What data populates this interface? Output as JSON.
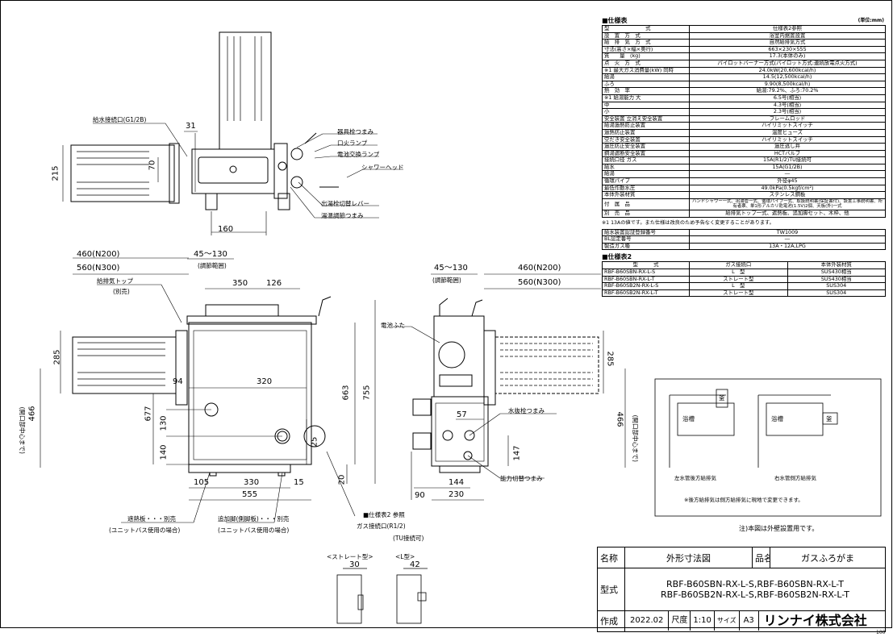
{
  "spec": {
    "header": "■仕様表",
    "unit": "(単位:mm)",
    "rows": [
      {
        "label": "型　　　　　　　式",
        "value": "仕様表2参照"
      },
      {
        "label": "設　置　方　式",
        "value": "浴室内据置設置"
      },
      {
        "label": "給　排　気　方　式",
        "value": "自然給排気方式"
      },
      {
        "label": "寸法(高さ×幅×奥行)",
        "value": "663×230×555"
      },
      {
        "label": "質　　量　(kg)",
        "value": "17.3(本体のみ)"
      },
      {
        "label": "点　火　方　式",
        "value": "パイロットバーナー方式(パイロット方式:連続放電点火方式)"
      },
      {
        "label": "※1 最大ガス消費量(kW) 同時",
        "value": "24.0kW(20,600kcal/h)"
      },
      {
        "label": "給湯",
        "value": "14.5(12,500kcal/h)"
      },
      {
        "label": "ふろ",
        "value": "9.90(8,500kcal/h)"
      },
      {
        "label": "熱　効　率",
        "value": "給湯:79.2%、ふろ:70.2%"
      },
      {
        "label": "※1 給湯能力 大",
        "value": "6.5号(相当)"
      },
      {
        "label": "中",
        "value": "4.3号(相当)"
      },
      {
        "label": "小",
        "value": "2.3号(相当)"
      },
      {
        "label": "安全装置 立消え安全装置",
        "value": "フレームロッド"
      },
      {
        "label": "給湯過熱防止装置",
        "value": "ハイリミットスイッチ"
      },
      {
        "label": "過熱防止装置",
        "value": "温度ヒューズ"
      },
      {
        "label": "空だき安全装置",
        "value": "ハイリミットスイッチ"
      },
      {
        "label": "過圧防止安全装置",
        "value": "過圧逃し弁"
      },
      {
        "label": "鋼湯遮断安全装置",
        "value": "HCTバルブ"
      },
      {
        "label": "接続口径 ガス",
        "value": "15A(R1/2)TU接続可"
      },
      {
        "label": "給水",
        "value": "15A(G1/2B)"
      },
      {
        "label": "給湯",
        "value": "―"
      },
      {
        "label": "循環パイプ",
        "value": "外径φ45"
      },
      {
        "label": "最低作動水圧",
        "value": "49.0kPa(0.5kgf/cm²)"
      },
      {
        "label": "本体外装材質",
        "value": "ステンレス鋼板"
      },
      {
        "label": "付　属　品",
        "value": "ハンドシャワー一式、出湯管一式、循環パイプ一式、取扱説明書(保証書付)、設置工事説明書、所有者票、単1形アルカリ乾電池(1.5V)2個、天板(外)一式"
      },
      {
        "label": "別　売　品",
        "value": "給排気トップ一式、遮熱板、追加脚セット、木枠、他"
      }
    ],
    "footnote": "※1 13Aの値です。また仕様は改良のため予告なく変更することがあります。",
    "cert": [
      {
        "label": "給水装置認証登録番号",
        "value": "TW1009"
      },
      {
        "label": "BL認定番号",
        "value": "―"
      },
      {
        "label": "製造ガス種",
        "value": "13A・12A,LPG"
      }
    ]
  },
  "spec2": {
    "header": "■仕様表2",
    "columns": [
      "型　　　式",
      "ガス接続口",
      "本体外装材質"
    ],
    "rows": [
      [
        "RBF-B60SBN-RX-L-S",
        "L　型",
        "SUS430相当"
      ],
      [
        "RBF-B60SBN-RX-L-T",
        "ストレート型",
        "SUS430相当"
      ],
      [
        "RBF-B60SB2N-RX-L-S",
        "L　型",
        "SUS304"
      ],
      [
        "RBF-B60SB2N-RX-L-T",
        "ストレート型",
        "SUS304"
      ]
    ]
  },
  "layout_diagrams": {
    "left_caption": "左水管後方給排気",
    "right_caption": "右水管側方給排気",
    "bath_label": "浴槽",
    "heater_label": "釜",
    "note": "※後方給排気は側方給排気に現地で変更できます。",
    "exterior_note": "注)本図は外壁設置用です。"
  },
  "top_view": {
    "labels": {
      "water_inlet": "給水接続口(G1/2B)",
      "tap_knob": "器具栓つまみ",
      "flame_lamp": "口火ランプ",
      "battery_lamp": "電池交換ランプ",
      "shower_head": "シャワーヘッド",
      "switch_lever": "出湯栓切替レバー",
      "temp_knob": "湯温調節つまみ"
    },
    "dims": {
      "d31": "31",
      "d70": "70",
      "d215": "215",
      "d160": "160"
    }
  },
  "front_view": {
    "labels": {
      "flue_top": "給排気トップ",
      "flue_top_sub": "(別売)",
      "adj_range": "(調節範囲)",
      "heat_shield": "遮熱板・・・別売",
      "heat_shield_sub": "(ユニットバス使用の場合)",
      "add_leg": "追加脚(側脚板)・・・別売",
      "add_leg_sub": "(ユニットバス使用の場合)",
      "spec_ref": "■仕様表2 参照",
      "gas_inlet": "ガス接続口(R1/2)",
      "gas_inlet_sub": "(TU接続可)",
      "center_note": "(開口部中心まで)"
    },
    "dims": {
      "d460": "460(N200)",
      "d560": "560(N300)",
      "d45_130": "45～130",
      "d350": "350",
      "d126": "126",
      "d285": "285",
      "d94": "94",
      "d320": "320",
      "d663": "663",
      "d755": "755",
      "d677": "677",
      "d466": "466",
      "d130": "130",
      "d140": "140",
      "d25": "25",
      "d105": "105",
      "d330": "330",
      "d15": "15",
      "d555": "555",
      "d20": "20"
    }
  },
  "side_view": {
    "labels": {
      "battery_cover": "電池ふた",
      "drain_knob": "水抜栓つまみ",
      "capacity_knob": "能力切替つまみ",
      "adj_range": "(調節範囲)",
      "center_note": "(開口部中心まで)"
    },
    "dims": {
      "d45_130": "45～130",
      "d460": "460(N200)",
      "d560": "560(N300)",
      "d285": "285",
      "d57": "57",
      "d147": "147",
      "d466": "466",
      "d90": "90",
      "d144": "144",
      "d230": "230"
    }
  },
  "gas_types": {
    "straight": "<ストレート型>",
    "l_type": "<L型>",
    "d30": "30",
    "d42": "42"
  },
  "title_block": {
    "name_label": "名称",
    "name_value": "外形寸法図",
    "product_label": "品名",
    "product_value": "ガスふろがま",
    "model_label": "型式",
    "model_line1": "RBF-B60SBN-RX-L-S,RBF-B60SBN-RX-L-T",
    "model_line2": "RBF-B60SB2N-RX-L-S,RBF-B60SB2N-RX-L-T",
    "made_label": "作成",
    "made_value": "2022.02",
    "scale_label": "尺度",
    "scale_value": "1:10",
    "size_label": "サイズ",
    "size_value": "A3",
    "company": "リンナイ株式会社",
    "page": "100"
  }
}
